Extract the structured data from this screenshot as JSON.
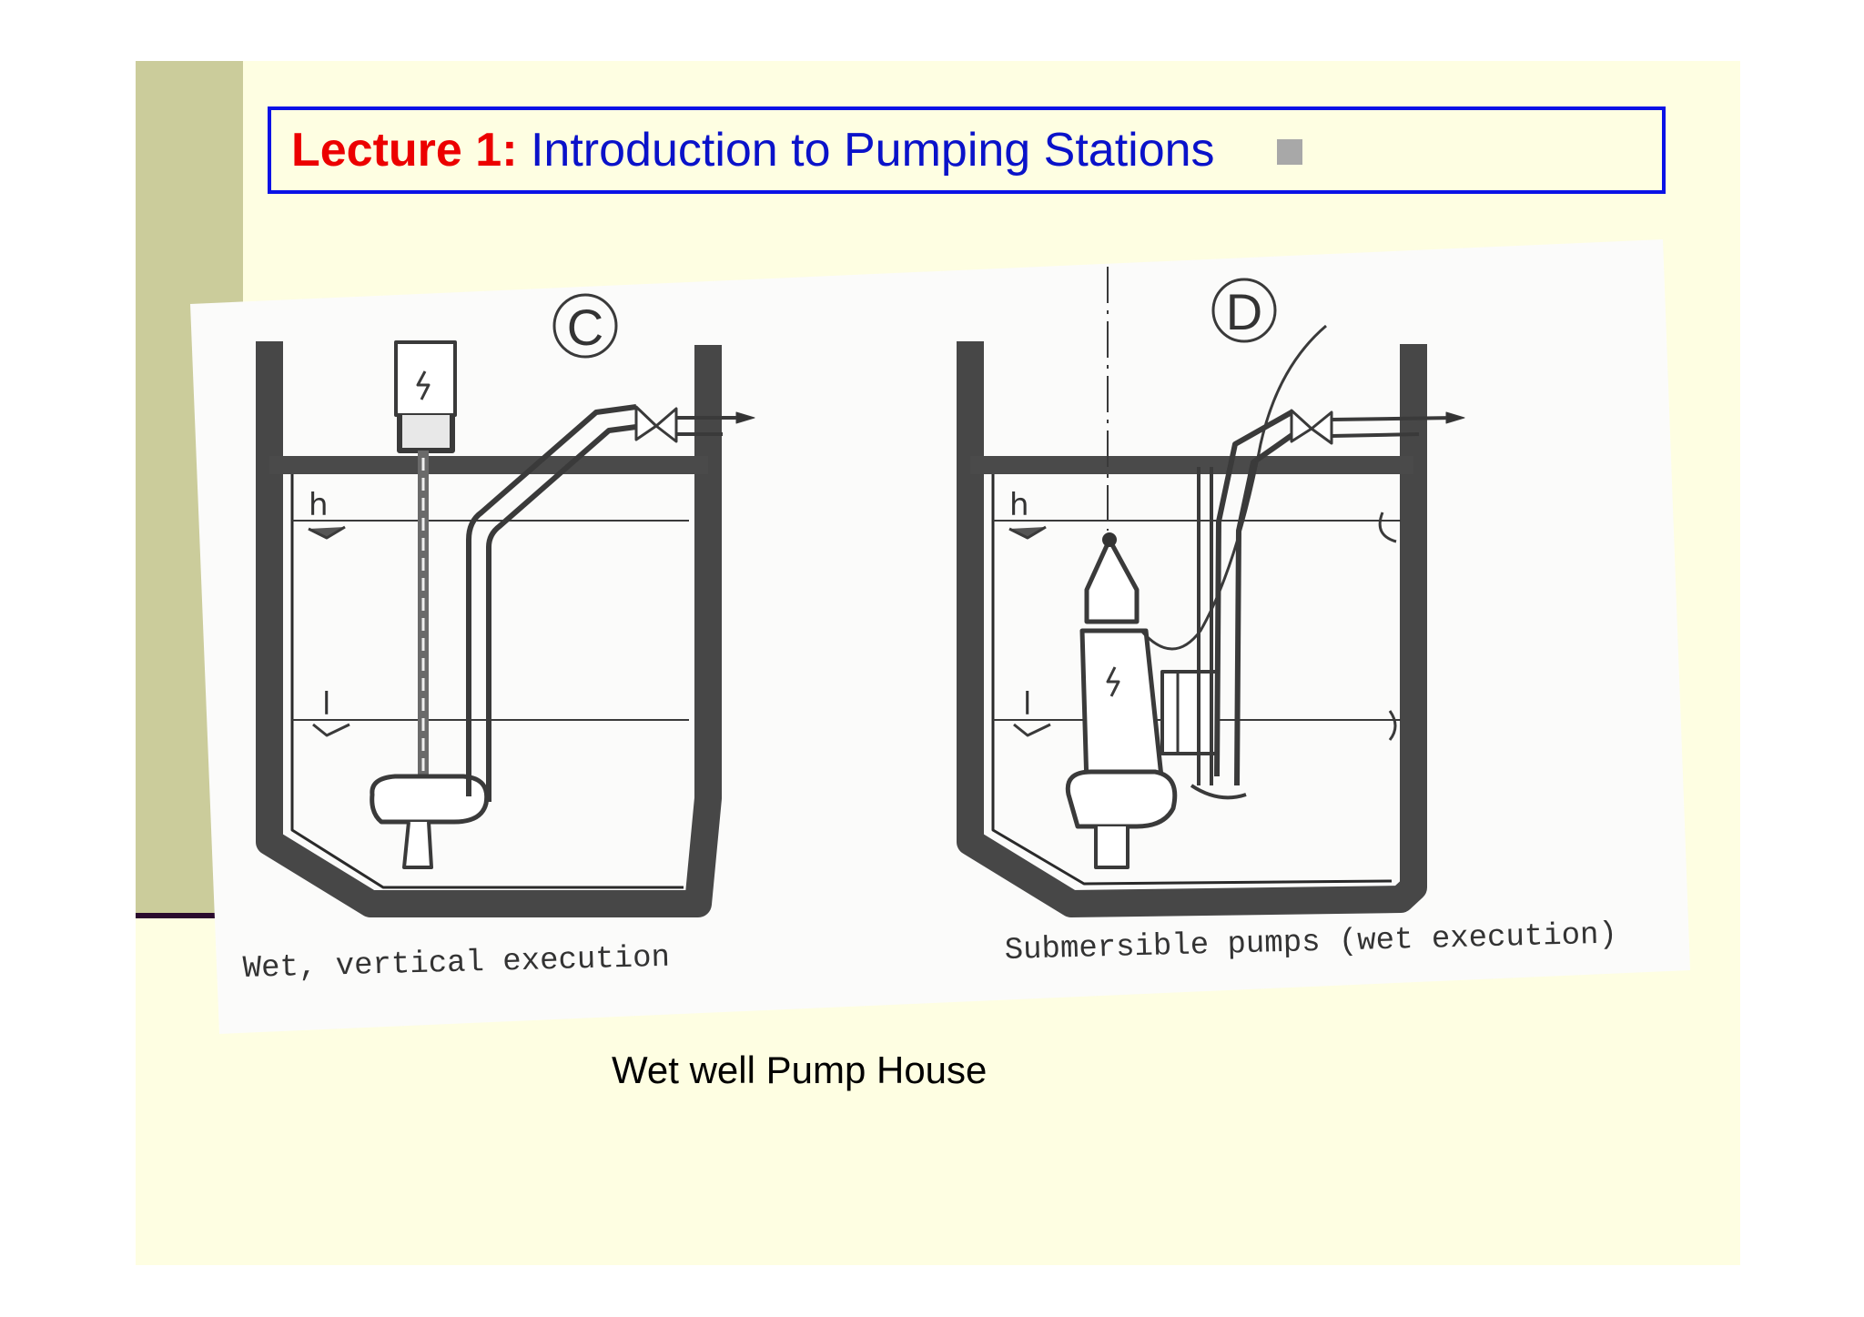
{
  "slide": {
    "title_prefix": "Lecture 1:",
    "title_main": "Introduction to Pumping Stations",
    "caption": "Wet well Pump House"
  },
  "figure": {
    "label_c": "C",
    "label_d": "D",
    "left_caption": "Wet, vertical execution",
    "right_caption": "Submersible pumps (wet execution)",
    "level_high": "h",
    "level_low": "l"
  },
  "colors": {
    "background": "#fefee2",
    "sidebar": "#cbcc9b",
    "title_border": "#0a12e6",
    "title_prefix": "#ec0000",
    "title_main": "#0a12c9"
  }
}
